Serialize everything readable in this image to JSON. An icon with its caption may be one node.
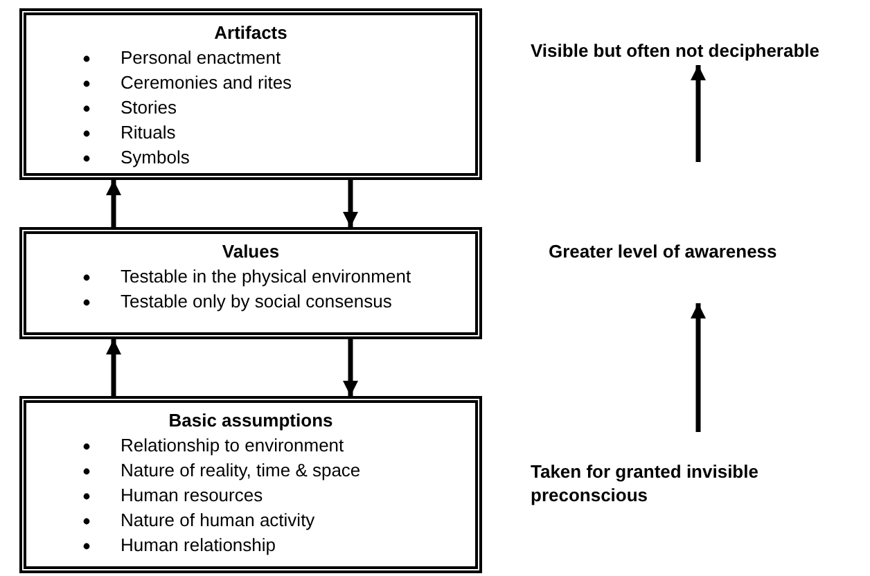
{
  "diagram": {
    "nodes": [
      {
        "text": [
          "Artifacts",
          "Personal enactment",
          "Ceremonies and rites",
          "Stories",
          "Rituals",
          "Symbols"
        ]
      },
      {
        "text": [
          "Values",
          "Testable in the physical environment",
          "Testable only by social consensus"
        ]
      },
      {
        "text": [
          "Basic assumptions",
          "Relationship to environment",
          "Nature of reality, time & space",
          "Human resources",
          "Nature of human activity",
          "Human relationship"
        ]
      },
      {
        "text": [
          "Visible but often not decipherable"
        ]
      },
      {
        "text": [
          "Greater level of awareness"
        ]
      },
      {
        "text": [
          "Taken for granted invisible preconscious"
        ]
      }
    ],
    "edges": [
      {
        "from": 1,
        "to": 0,
        "arrow": "to"
      },
      {
        "from": 0,
        "to": 1,
        "arrow": "to"
      },
      {
        "from": 2,
        "to": 1,
        "arrow": "to"
      },
      {
        "from": 1,
        "to": 2,
        "arrow": "to"
      },
      {
        "from": 4,
        "to": 3,
        "arrow": "to"
      },
      {
        "from": 5,
        "to": 4,
        "arrow": "to"
      }
    ]
  }
}
